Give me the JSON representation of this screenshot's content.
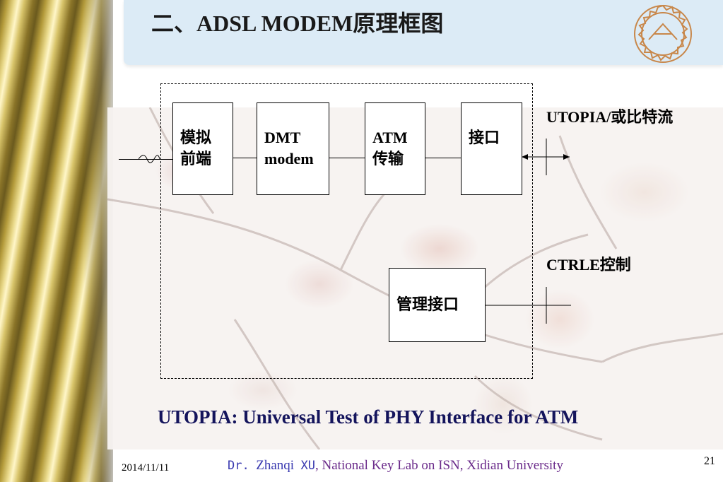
{
  "slide": {
    "title": "二、ADSL MODEM原理框图",
    "caption": "UTOPIA: Universal Test of  PHY Interface for  ATM"
  },
  "diagram": {
    "blocks": {
      "analog_frontend": {
        "line1": "模拟",
        "line2": "前端"
      },
      "dmt_modem": {
        "line1": "DMT",
        "line2": "modem"
      },
      "atm_transfer": {
        "line1": "ATM",
        "line2": "传输"
      },
      "interface": {
        "line1": "接口"
      },
      "mgmt_interface": {
        "line1": "管理接口"
      }
    },
    "labels": {
      "utopia": "UTOPIA/或比特流",
      "ctrle": "CTRLE控制"
    }
  },
  "footer": {
    "date": "2014/11/11",
    "credit_prefix": "Dr.",
    "credit_name": "Zhanqi",
    "credit_surname": "XU",
    "credit_rest": ", National Key Lab on ISN, Xidian University",
    "page_number": "21"
  },
  "colors": {
    "header_band": "#dcebf6",
    "caption": "#14145c",
    "footer_credit": "#3a3ab0",
    "curtain_gold": "#b39a3a"
  }
}
